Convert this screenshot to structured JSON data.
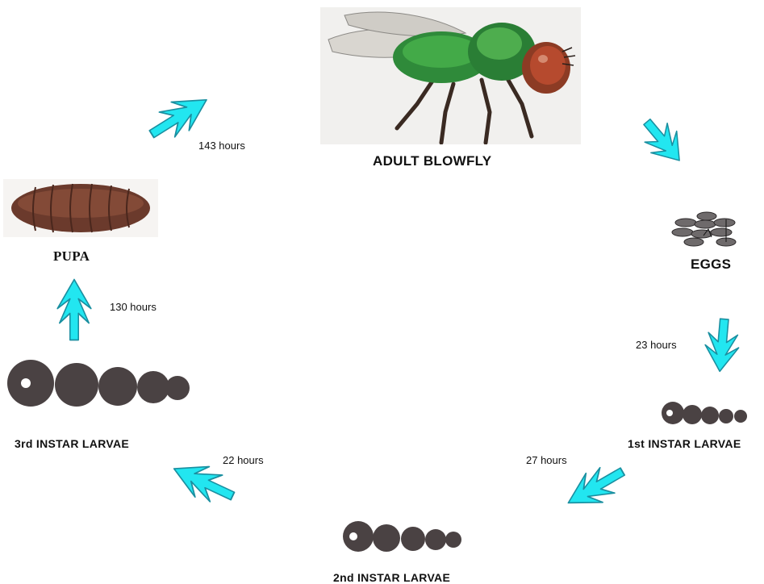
{
  "stages": {
    "adult": {
      "label": "ADULT BLOWFLY"
    },
    "eggs": {
      "label": "EGGS"
    },
    "first_instar": {
      "label": "1st INSTAR LARVAE"
    },
    "second_instar": {
      "label": "2nd INSTAR LARVAE"
    },
    "third_instar": {
      "label": "3rd INSTAR LARVAE"
    },
    "pupa": {
      "label": "PUPA"
    }
  },
  "durations": {
    "eggs_to_first": "23 hours",
    "first_to_second": "27 hours",
    "second_to_third": "22 hours",
    "third_to_pupa": "130 hours",
    "pupa_to_adult": "143 hours"
  },
  "colors": {
    "arrow_fill": "#22e6f0",
    "arrow_stroke": "#1a8fa0",
    "larva_fill": "#4a4243",
    "egg_fill": "#6e6a6b"
  }
}
